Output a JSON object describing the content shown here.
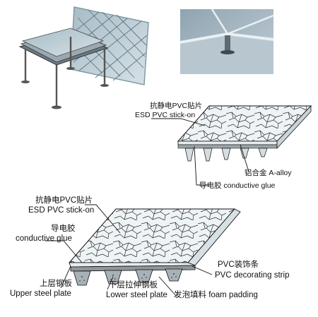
{
  "diagram": {
    "top_section": {
      "photo_left": "raised-floor-panel-photo",
      "photo_right": "floor-panel-corner-closeup-photo"
    },
    "middle_section": {
      "labels": {
        "esd_pvc_cn": "抗静电PVC贴片",
        "esd_pvc_en": "ESD PVC stick-on",
        "alloy": "铝合金 A-alloy",
        "glue": "导电胶 conductive glue"
      }
    },
    "bottom_section": {
      "labels": {
        "esd_pvc_cn": "抗静电PVC贴片",
        "esd_pvc_en": "ESD PVC stick-on",
        "glue_cn": "导电胶",
        "glue_en": "conductive glue",
        "pvc_strip_cn": "PVC装饰条",
        "pvc_strip_en": "PVC decorating strip",
        "upper_plate_cn": "上层钢板",
        "upper_plate_en": "Upper steel plate",
        "lower_plate_cn": "下层拉伸钢板",
        "lower_plate_en": "Lower steel plate",
        "foam": "发泡填料 foam padding"
      }
    }
  },
  "colors": {
    "panel_edge": "#7f9aa6",
    "panel_fill": "#c7d6de",
    "steel": "#8a8f93",
    "photo_bg": "#a9b8c3",
    "pattern_line": "#2b2b2b",
    "outline": "#111111"
  }
}
